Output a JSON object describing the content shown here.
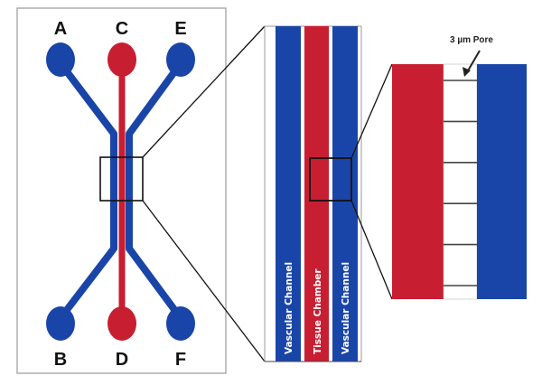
{
  "colors": {
    "vascular": "#1a45a8",
    "tissue": "#c81e32",
    "outline": "#111111",
    "frame": "#9a9a9a"
  },
  "chip": {
    "ports_top": [
      "A",
      "C",
      "E"
    ],
    "ports_bottom": [
      "B",
      "D",
      "F"
    ]
  },
  "channels": {
    "left": "Vascular Channel",
    "center": "Tissue Chamber",
    "right": "Vascular Channel"
  },
  "membrane": {
    "pore_label": "3 µm Pore",
    "pore_count": 6
  }
}
